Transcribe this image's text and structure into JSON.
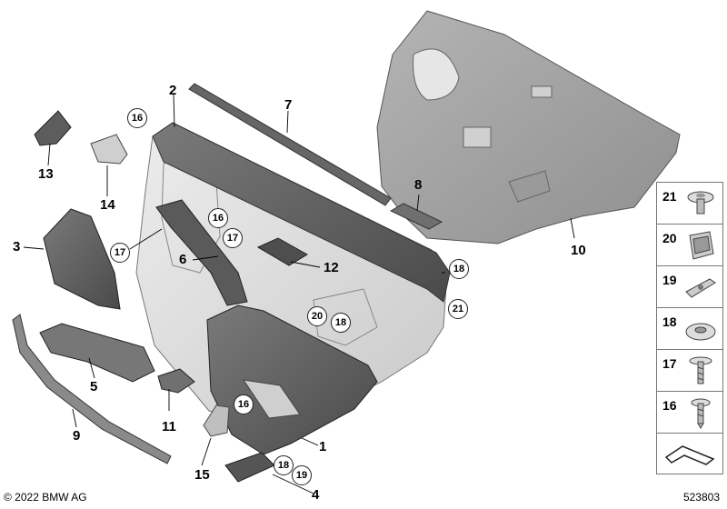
{
  "callouts": {
    "c1": "1",
    "c2": "2",
    "c3": "3",
    "c4": "4",
    "c5": "5",
    "c6": "6",
    "c7": "7",
    "c8": "8",
    "c9": "9",
    "c10": "10",
    "c11": "11",
    "c12": "12",
    "c13": "13",
    "c14": "14",
    "c15": "15"
  },
  "circled": {
    "k16a": "16",
    "k16b": "16",
    "k16c": "16",
    "k17a": "17",
    "k17b": "17",
    "k18a": "18",
    "k18b": "18",
    "k18c": "18",
    "k19": "19",
    "k20": "20",
    "k21": "21"
  },
  "legend": {
    "items": [
      "21",
      "20",
      "19",
      "18",
      "17",
      "16"
    ]
  },
  "footer": {
    "copyright": "© 2022 BMW AG",
    "diagram_id": "523803"
  },
  "colors": {
    "trim_dark": "#5f5f5f",
    "trim_mid": "#8c8c8c",
    "panel_light": "#dcdcdc",
    "insulation": "#a7a7a7"
  }
}
